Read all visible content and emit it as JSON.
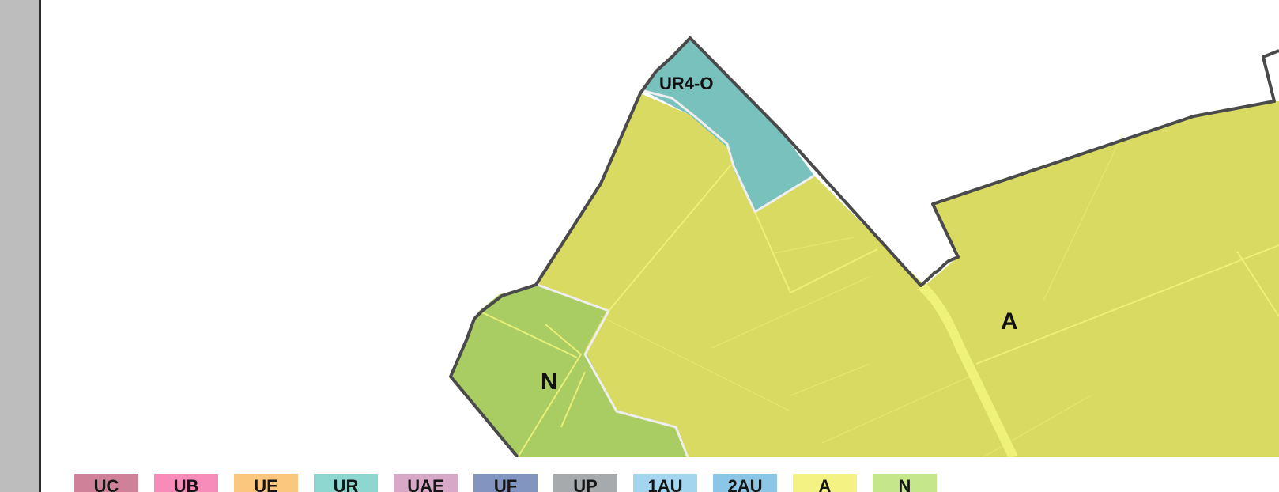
{
  "map": {
    "colors": {
      "agricultural_zone": "#d9da62",
      "natural_zone": "#a9cc63",
      "ur_zone": "#78c1bd",
      "road": "#eef279",
      "boundary": "#4a4a4a",
      "internal_border": "#eeeeee"
    },
    "labels": {
      "ur4o": "UR4-O",
      "a": "A",
      "n": "N"
    }
  },
  "legend": {
    "items": [
      {
        "code": "UC",
        "color": "#d0819a"
      },
      {
        "code": "UB",
        "color": "#f78cb8"
      },
      {
        "code": "UE",
        "color": "#fbc77f"
      },
      {
        "code": "UR",
        "color": "#8ed7d1"
      },
      {
        "code": "UAE",
        "color": "#d8a8c8"
      },
      {
        "code": "UF",
        "color": "#8294c0"
      },
      {
        "code": "UP",
        "color": "#a6aaad"
      },
      {
        "code": "1AU",
        "color": "#a3d5ee"
      },
      {
        "code": "2AU",
        "color": "#8cc6e6"
      },
      {
        "code": "A",
        "color": "#f3f283"
      },
      {
        "code": "N",
        "color": "#c6e68c"
      }
    ]
  }
}
